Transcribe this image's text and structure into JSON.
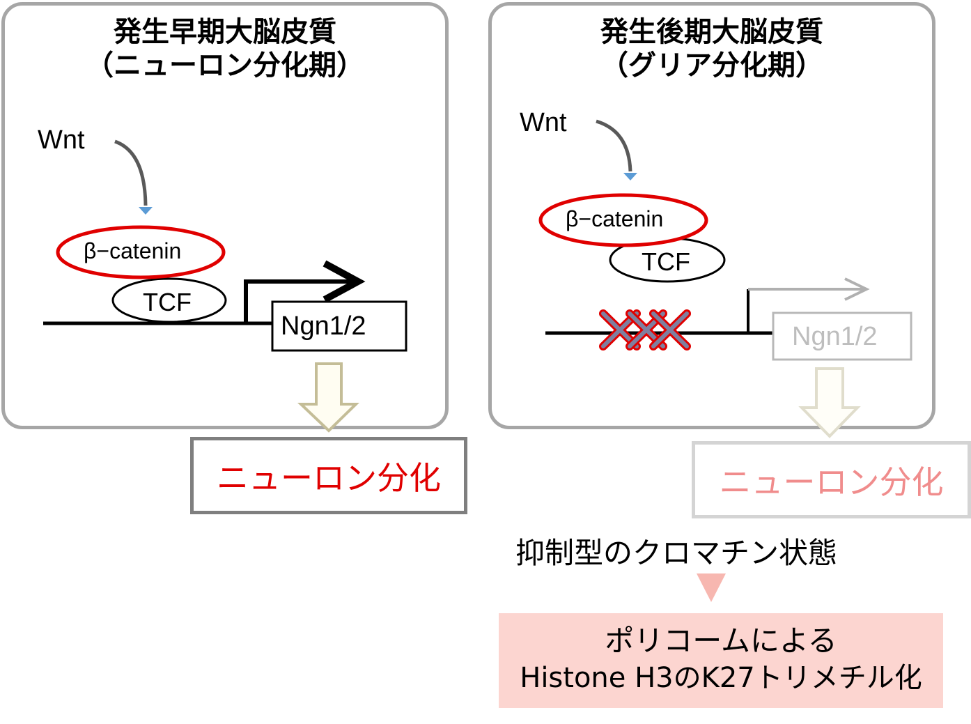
{
  "left_panel": {
    "title_line1": "発生早期大脳皮質",
    "title_line2": "（ニューロン分化期）",
    "wnt": "Wnt",
    "beta_catenin": "β−catenin",
    "tcf": "TCF",
    "gene": "Ngn1/2",
    "result": "ニューロン分化"
  },
  "right_panel": {
    "title_line1": "発生後期大脳皮質",
    "title_line2": "（グリア分化期）",
    "wnt": "Wnt",
    "beta_catenin": "β−catenin",
    "tcf": "TCF",
    "gene": "Ngn1/2",
    "result": "ニューロン分化"
  },
  "chromatin_state": "抑制型のクロマチン状態",
  "polycomb": {
    "line1": "ポリコームによる",
    "line2": "Histone H3のK27トリメチル化"
  },
  "colors": {
    "panel_border": "#a6a6a6",
    "ellipse_red": "#e00000",
    "arrow_tip_blue": "#5b9bd5",
    "result_active": "#e00000",
    "result_faded": "#f08c8c",
    "polycomb_bg": "#fcd5d0",
    "block_arrow_fill": "#fffdf2",
    "block_arrow_stroke": "#c4bd97"
  }
}
